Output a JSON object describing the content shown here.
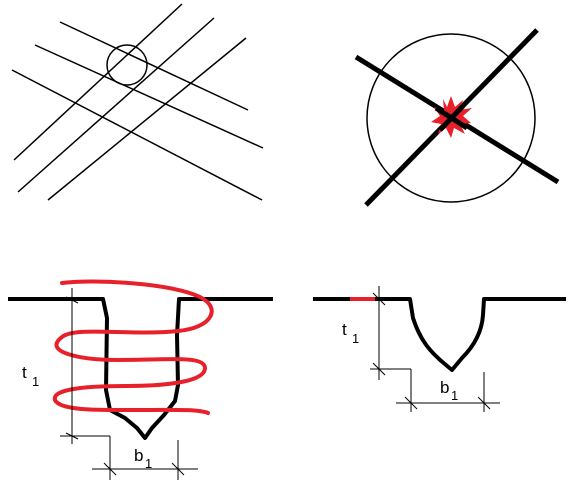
{
  "colors": {
    "line": "#000000",
    "accent": "#e8202a",
    "background": "#ffffff"
  },
  "labels": {
    "depth_symbol": "t",
    "depth_subscript": "1",
    "width_symbol": "b",
    "width_subscript": "1"
  },
  "panels": [
    {
      "name": "crossing-lines-with-circle"
    },
    {
      "name": "crossing-thick-lines-with-red-burst"
    },
    {
      "name": "groove-with-red-thread"
    },
    {
      "name": "groove-section"
    }
  ]
}
